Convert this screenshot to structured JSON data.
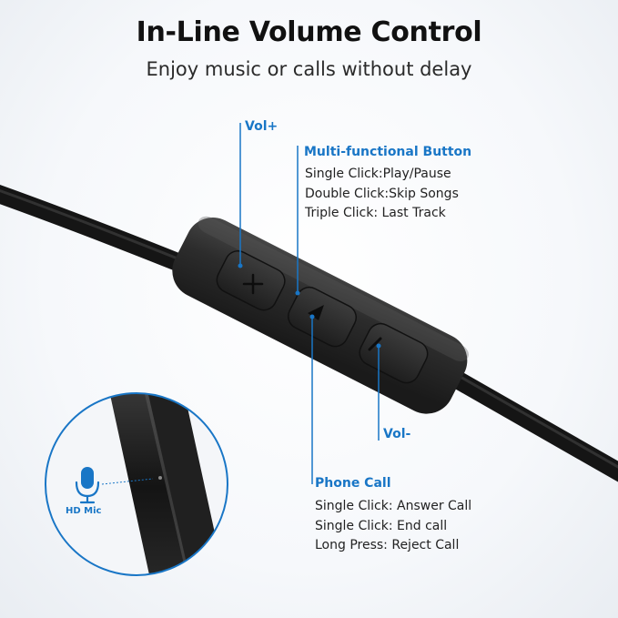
{
  "header": {
    "title": "In-Line Volume Control",
    "subtitle": "Enjoy music or calls without delay"
  },
  "callouts": {
    "vol_up": {
      "label": "Vol+"
    },
    "multi_button": {
      "label": "Multi-functional Button",
      "lines": [
        "Single Click:Play/Pause",
        "Double Click:Skip Songs",
        "Triple Click: Last Track"
      ]
    },
    "vol_down": {
      "label": "Vol-"
    },
    "phone_call": {
      "label": "Phone Call",
      "lines": [
        "Single Click: Answer Call",
        "Single Click: End call",
        "Long Press: Reject Call"
      ]
    },
    "mic": {
      "label": "HD Mic"
    }
  },
  "colors": {
    "accent": "#1976c6",
    "cable": "#1c1c1c",
    "remote": "#2b2b2b"
  },
  "icons": {
    "plus": "plus-icon",
    "play": "play-icon",
    "minus": "minus-icon",
    "mic": "microphone-icon"
  }
}
